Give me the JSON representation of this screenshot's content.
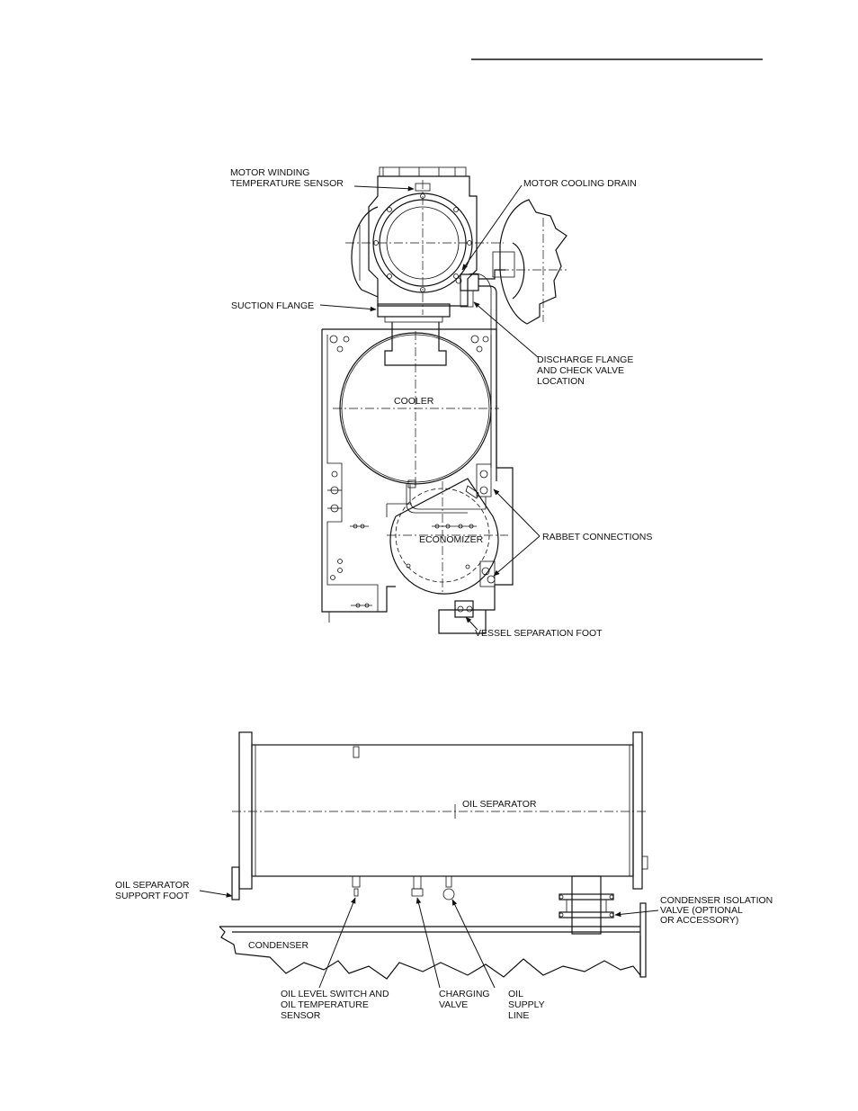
{
  "upper_view": {
    "labels": {
      "motor_winding_sensor": [
        "MOTOR WINDING",
        "TEMPERATURE SENSOR"
      ],
      "motor_cooling_drain": "MOTOR COOLING DRAIN",
      "suction_flange": "SUCTION FLANGE",
      "discharge_flange": [
        "DISCHARGE FLANGE",
        "AND CHECK VALVE",
        "LOCATION"
      ],
      "cooler": "COOLER",
      "economizer": "ECONOMIZER",
      "rabbet_connections": "RABBET CONNECTIONS",
      "vessel_separation_foot": "VESSEL SEPARATION FOOT"
    }
  },
  "lower_view": {
    "labels": {
      "oil_separator": "OIL SEPARATOR",
      "oil_separator_support_foot": [
        "OIL SEPARATOR",
        "SUPPORT FOOT"
      ],
      "condenser": "CONDENSER",
      "condenser_isolation_valve": [
        "CONDENSER ISOLATION",
        "VALVE (OPTIONAL",
        "OR ACCESSORY)"
      ],
      "oil_level_switch": [
        "OIL LEVEL SWITCH  AND",
        "OIL TEMPERATURE",
        "SENSOR"
      ],
      "charging_valve": [
        "CHARGING",
        "VALVE"
      ],
      "oil_supply_line": [
        "OIL",
        "SUPPLY",
        "LINE"
      ]
    }
  }
}
